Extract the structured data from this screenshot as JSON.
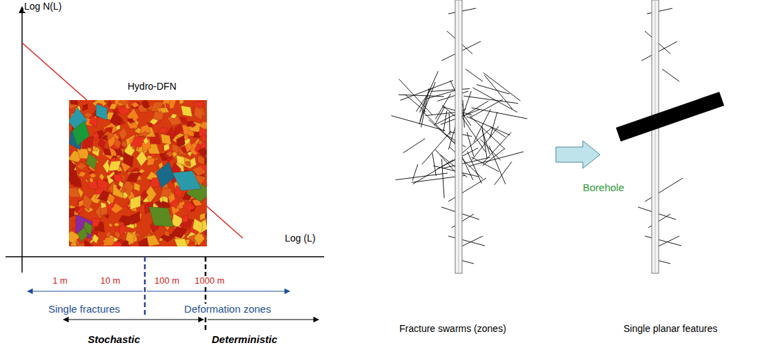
{
  "diagram": {
    "labels": [
      "Log N(L)",
      "Hydro-DFN",
      "Log (L)",
      "1 m",
      "10 m",
      "100 m",
      "1000 m",
      "Single fractures",
      "Deformation zones",
      "Stochastic",
      "Deterministic",
      "Borehole",
      "Fracture swarms (zones)",
      "Single planar features"
    ]
  }
}
